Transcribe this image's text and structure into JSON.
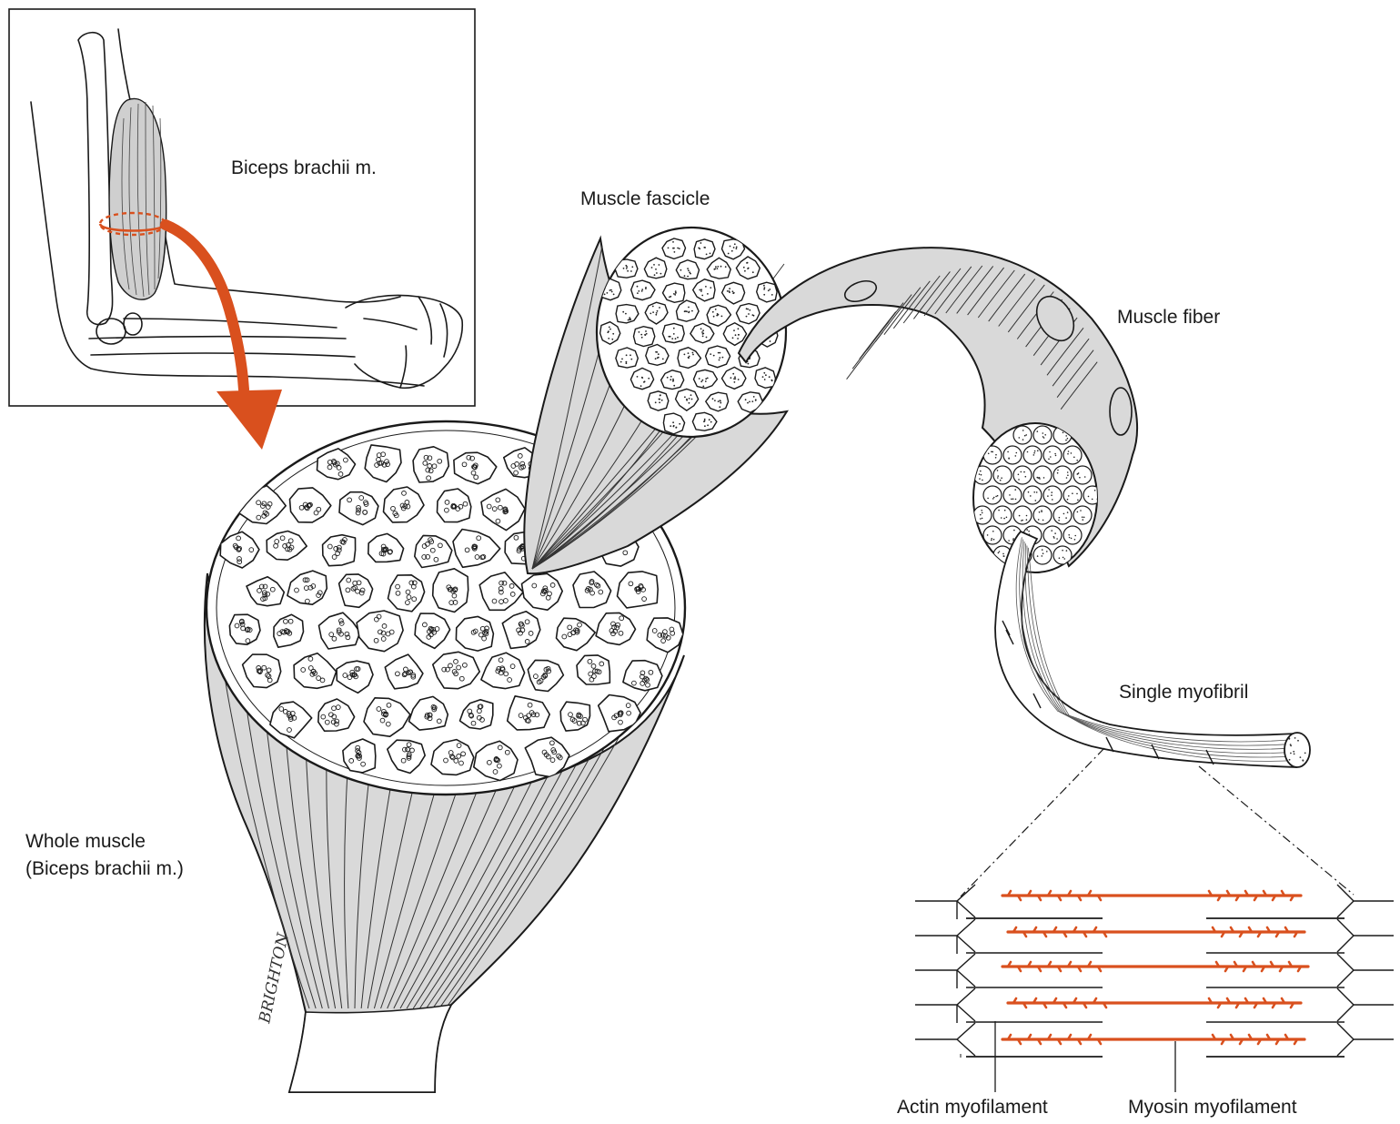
{
  "labels": {
    "biceps_inset": "Biceps brachii m.",
    "fascicle": "Muscle fascicle",
    "fiber": "Muscle fiber",
    "myofibril": "Single myofibril",
    "whole_line1": "Whole muscle",
    "whole_line2": "(Biceps brachii m.)",
    "actin": "Actin myofilament",
    "myosin": "Myosin myofilament"
  },
  "signature": "BRIGHTON",
  "colors": {
    "accent": "#d9501e",
    "muscle_fill": "#d9d9d9",
    "line": "#1a1a1a",
    "background": "#ffffff"
  }
}
